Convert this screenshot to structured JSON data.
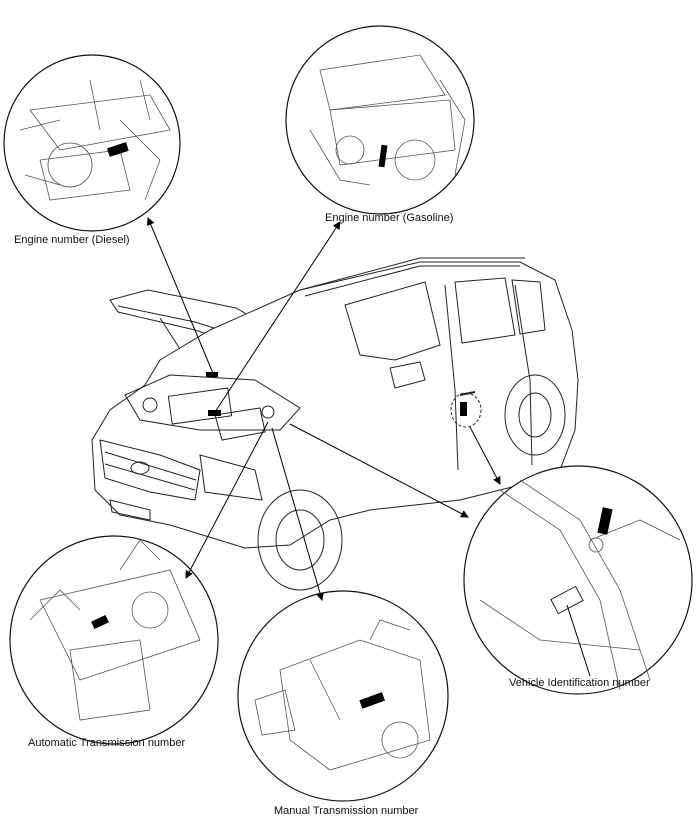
{
  "labels": {
    "diesel": "Engine number (Diesel)",
    "gasoline": "Engine number (Gasoline)",
    "automatic": "Automatic Transmission number",
    "manual": "Manual Transmission number",
    "vin": "Vehicle Identification number"
  },
  "colors": {
    "ink": "#111111",
    "marker": "#000000",
    "paper": "#ffffff"
  }
}
